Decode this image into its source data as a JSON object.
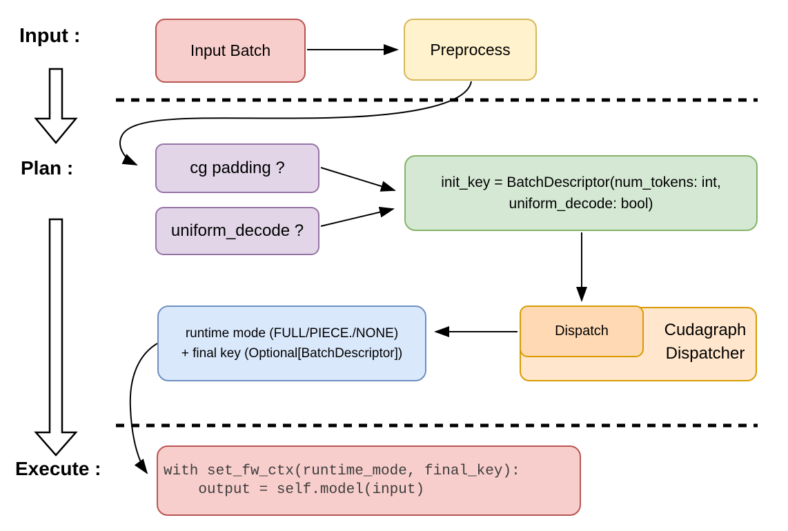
{
  "section_labels": {
    "input": "Input :",
    "plan": "Plan :",
    "execute": "Execute :"
  },
  "nodes": {
    "input_batch": {
      "label": "Input Batch"
    },
    "preprocess": {
      "label": "Preprocess"
    },
    "cg_padding": {
      "label": "cg padding ?"
    },
    "uniform_decode": {
      "label": "uniform_decode ?"
    },
    "init_key": {
      "line1": "init_key = BatchDescriptor(num_tokens: int,",
      "line2": "uniform_decode: bool)"
    },
    "dispatch": {
      "label": "Dispatch"
    },
    "cudagraph_dispatcher": {
      "line1": "Cudagraph",
      "line2": "Dispatcher"
    },
    "runtime_mode": {
      "line1": "runtime mode (FULL/PIECE./NONE)",
      "line2": "+ final key (Optional[BatchDescriptor])"
    },
    "execute_code": {
      "line1": "with set_fw_ctx(runtime_mode, final_key):",
      "line2": "    output = self.model(input)"
    }
  },
  "colors": {
    "red_fill": "#f8cecc",
    "red_stroke": "#b85450",
    "yellow_fill": "#fff2cc",
    "yellow_stroke": "#d6b656",
    "purple_fill": "#e1d5e7",
    "purple_stroke": "#9673a6",
    "green_fill": "#d5e8d4",
    "green_stroke": "#82b366",
    "blue_fill": "#dae8fc",
    "blue_stroke": "#6c8ebf",
    "orange_fill": "#ffe6cc",
    "orange_inner_fill": "#ffd9b3",
    "orange_stroke": "#d79b00",
    "arrow": "#000000"
  }
}
